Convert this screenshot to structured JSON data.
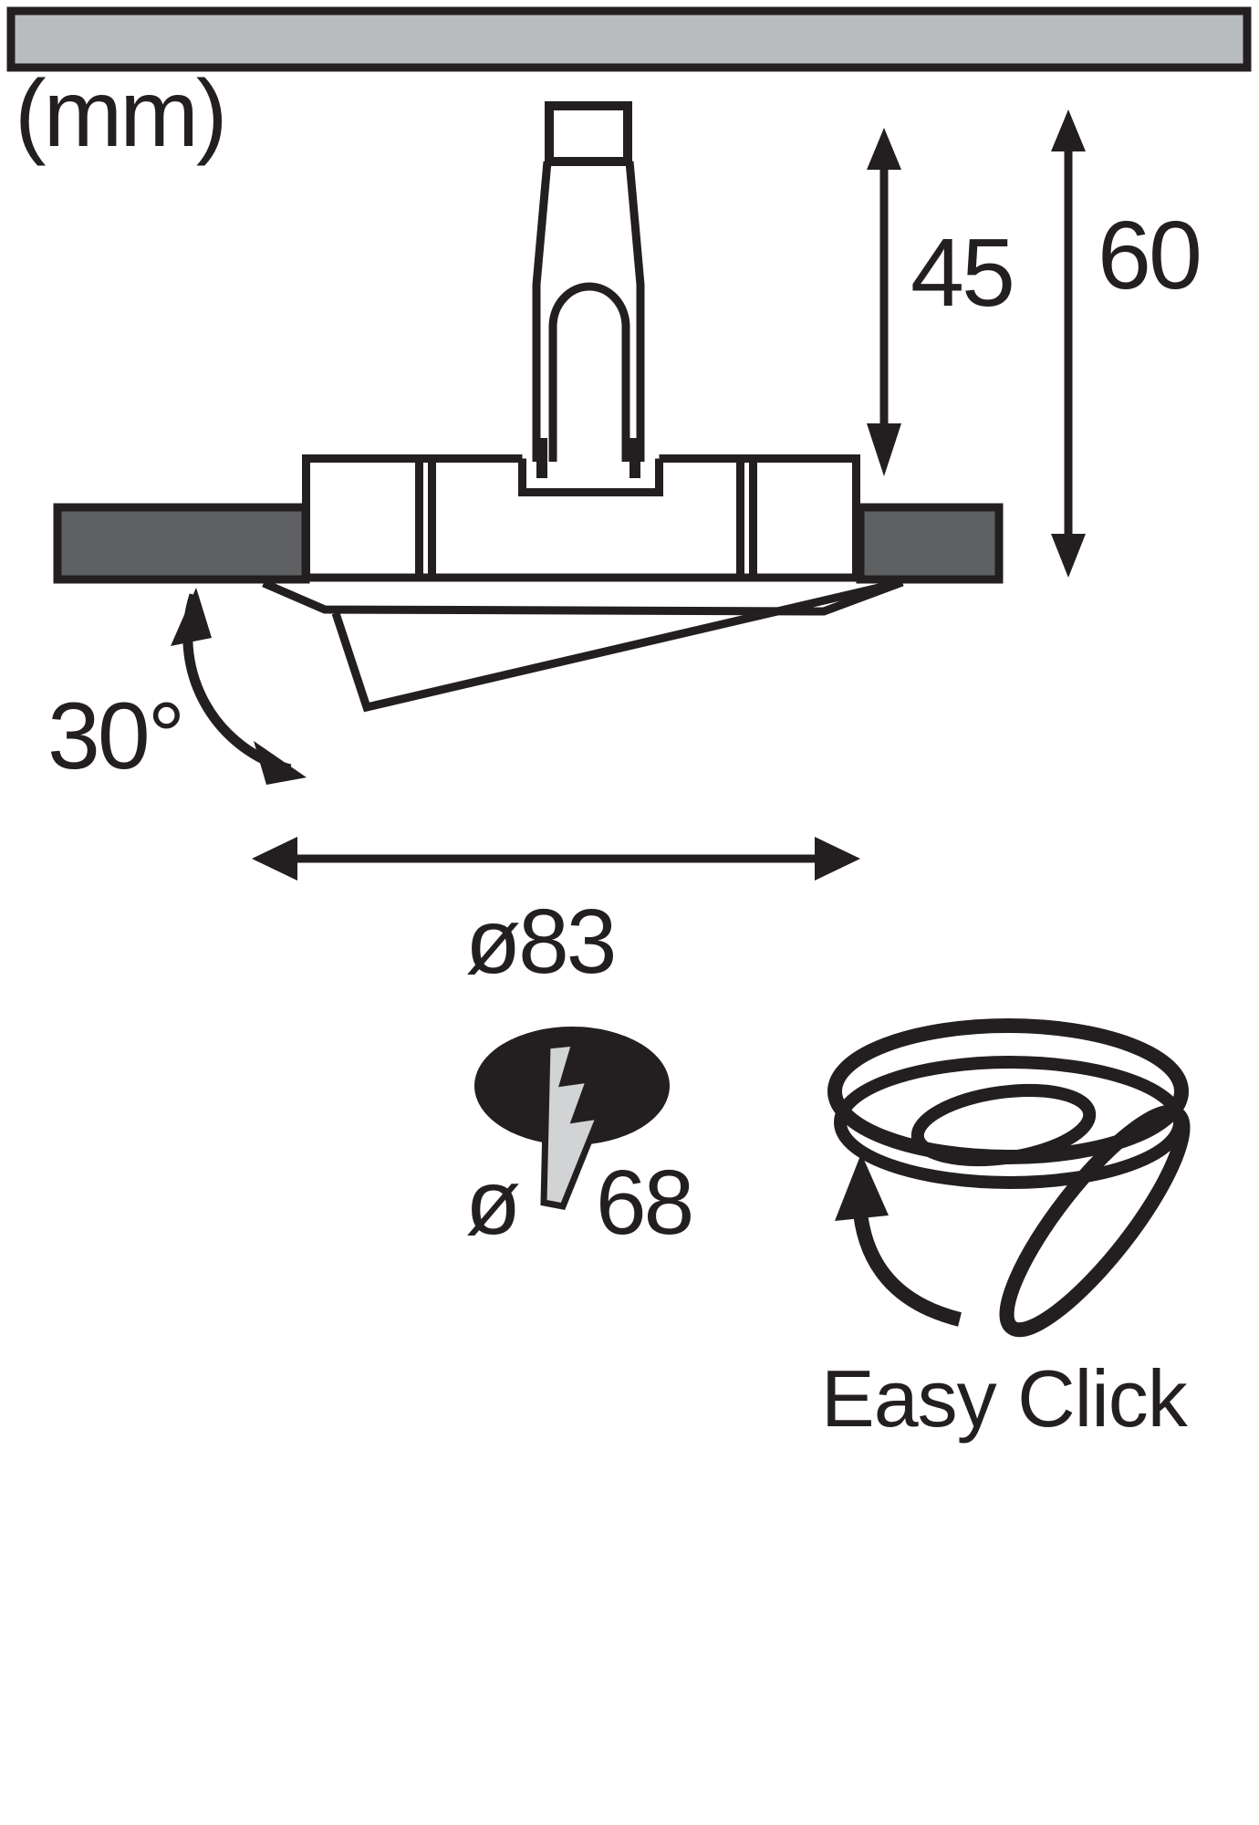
{
  "unit_label": "(mm)",
  "dimensions": {
    "cable_height": "45",
    "total_height": "60",
    "tilt_angle": "30°",
    "outer_diameter": "ø83",
    "cutout_symbol": "ø",
    "cutout_value": "68"
  },
  "labels": {
    "easy_click": "Easy Click"
  },
  "icons": [
    "recessed-spot-cross-section",
    "ceiling-panel",
    "electric-cutout-icon",
    "lightning-bolt-icon",
    "easy-click-ring-icon",
    "rotate-arrow-icon"
  ],
  "colors": {
    "ink": "#231f20",
    "ceiling_fill": "#b9bcbf",
    "wall_fill": "#5e6062",
    "bolt_fill": "#d1d3d5",
    "background": "#ffffff"
  }
}
